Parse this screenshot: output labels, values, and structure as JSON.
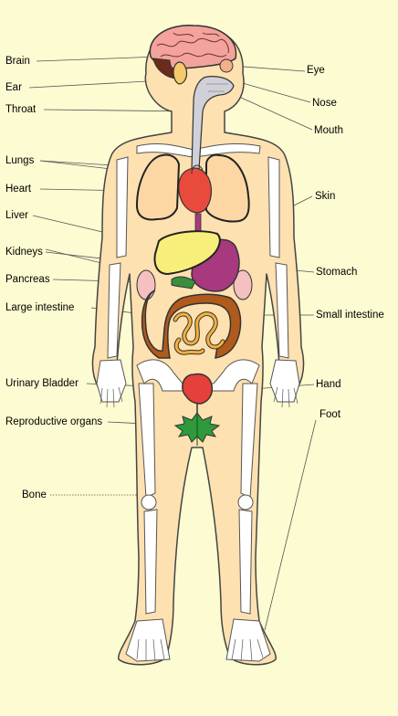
{
  "labels": {
    "brain": "Brain",
    "ear": "Ear",
    "throat": "Throat",
    "lungs": "Lungs",
    "heart": "Heart",
    "liver": "Liver",
    "kidneys": "Kidneys",
    "pancreas": "Pancreas",
    "large_intestine": "Large intestine",
    "urinary_bladder": "Urinary Bladder",
    "reproductive_organs": "Reproductive organs",
    "bone": "Bone",
    "eye": "Eye",
    "nose": "Nose",
    "mouth": "Mouth",
    "skin": "Skin",
    "stomach": "Stomach",
    "small_intestine": "Small intestine",
    "hand": "Hand",
    "foot": "Foot"
  },
  "colors": {
    "background": "#fcfbd1",
    "skin": "#fde1b0",
    "bone": "#ffffff",
    "brain": "#f3a39b",
    "lungs": "#fcd7a4",
    "heart": "#e84a3c",
    "liver": "#f7ef7a",
    "stomach": "#a8397e",
    "intestine": "#b05a1b",
    "small_intestine": "#f6b13a",
    "bladder": "#e5403a",
    "reproductive": "#2e9a3c",
    "pancreas": "#3a8f3e",
    "kidneys": "#f4c0c0",
    "throat": "#d0d0d8"
  }
}
